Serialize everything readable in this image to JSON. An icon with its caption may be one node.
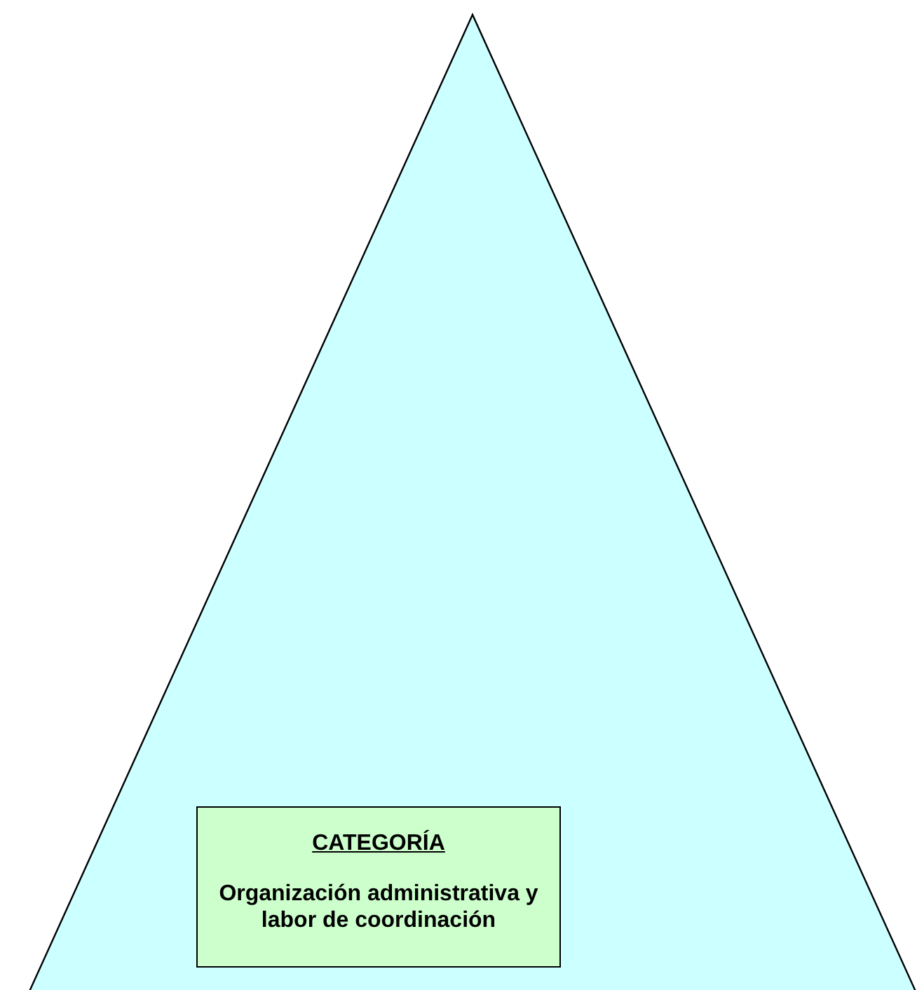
{
  "diagram": {
    "nodes": [
      {
        "text": [],
        "shape": "triangle"
      },
      {
        "text": [
          "CATEGORÍA",
          "Organización administrativa y labor de coordinación"
        ],
        "in": 0
      }
    ]
  }
}
